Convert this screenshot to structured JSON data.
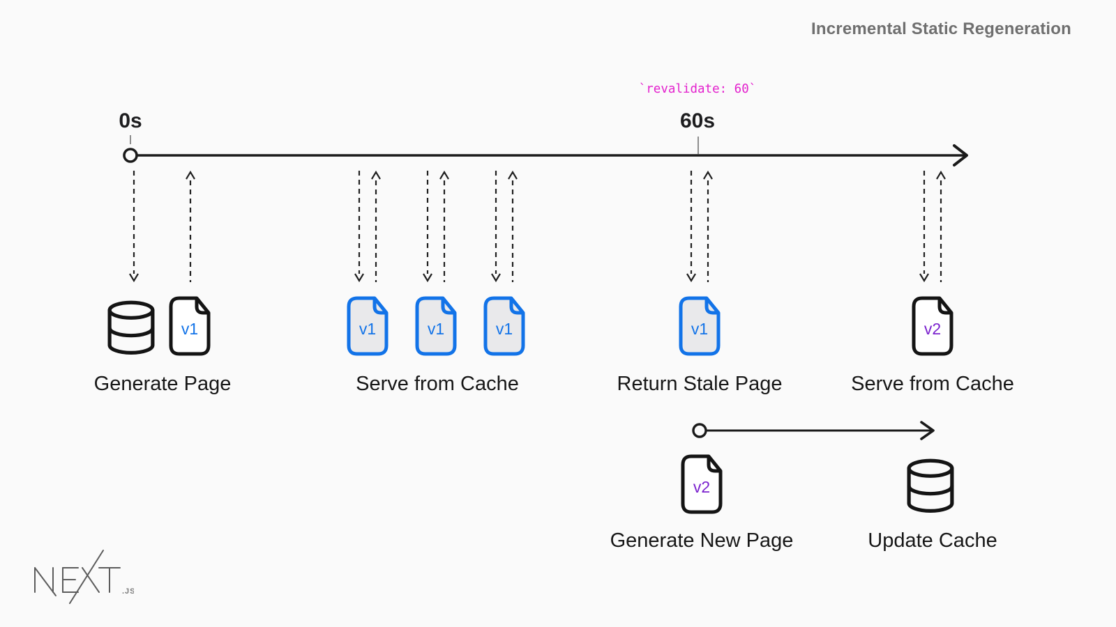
{
  "title": "Incremental Static Regeneration",
  "annotation": {
    "code": "`revalidate: 60`"
  },
  "timeline": {
    "start_label": "0s",
    "end_label": "60s"
  },
  "steps": {
    "generate_page": {
      "label": "Generate Page",
      "doc_version": "v1"
    },
    "serve_from_cache": {
      "label": "Serve from Cache",
      "docs": [
        "v1",
        "v1",
        "v1"
      ]
    },
    "return_stale_page": {
      "label": "Return Stale Page",
      "doc_version": "v1"
    },
    "serve_from_cache_2": {
      "label": "Serve from Cache",
      "doc_version": "v2"
    }
  },
  "regeneration": {
    "generate_new_page": {
      "label": "Generate New Page",
      "doc_version": "v2"
    },
    "update_cache": {
      "label": "Update Cache"
    }
  },
  "logo": {
    "brand": "NEXT",
    "suffix": ".JS"
  },
  "colors": {
    "v1_blue": "#1273e8",
    "v2_purple": "#7b22ce",
    "annotation_magenta": "#e320cd",
    "stroke_dark": "#1a1a1a"
  }
}
